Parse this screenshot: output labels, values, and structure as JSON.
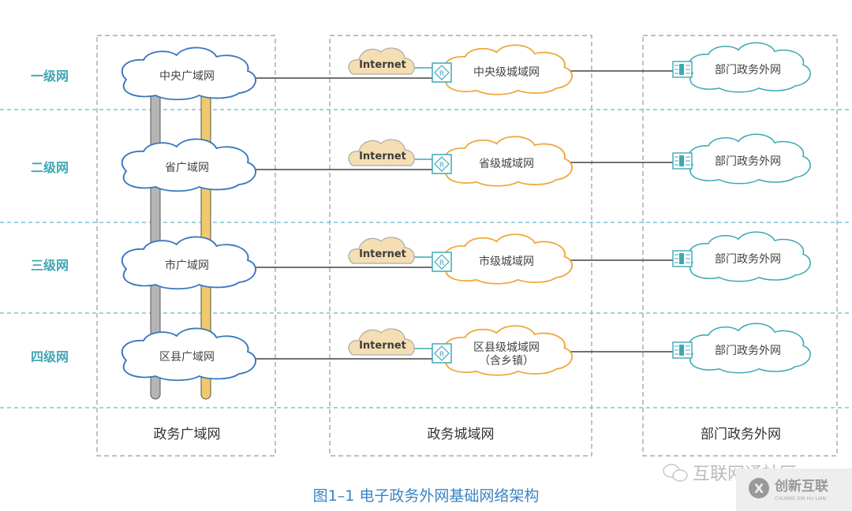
{
  "levels": [
    {
      "label": "一级网",
      "wan": "中央广域网",
      "man": "中央级城域网",
      "man_sub": "",
      "dept": "部门政务外网"
    },
    {
      "label": "二级网",
      "wan": "省广域网",
      "man": "省级城域网",
      "man_sub": "",
      "dept": "部门政务外网"
    },
    {
      "label": "三级网",
      "wan": "市广域网",
      "man": "市级城域网",
      "man_sub": "",
      "dept": "部门政务外网"
    },
    {
      "label": "四级网",
      "wan": "区县广域网",
      "man": "区县级城域网",
      "man_sub": "（含乡镇）",
      "dept": "部门政务外网"
    }
  ],
  "internet_label": "Internet",
  "router_glyph": "R",
  "columns": {
    "wan": "政务广域网",
    "man": "政务城域网",
    "dept": "部门政务外网"
  },
  "caption": "图1–1 电子政务外网基础网络架构",
  "watermark": {
    "wechat_text": "互联网通社区",
    "logo_text": "创新互联",
    "logo_sub": "CHUANG XIN HU LIAN"
  },
  "colors": {
    "level_label": "#3fa8b4",
    "wan_cloud": "#3a78c0",
    "man_cloud": "#eea73a",
    "dept_cloud": "#3fa8b4",
    "internet_fill": "#f5deb3",
    "gray_bar": "#b5b5b5",
    "yellow_bar": "#f0ca6a",
    "caption": "#3a84c4"
  }
}
